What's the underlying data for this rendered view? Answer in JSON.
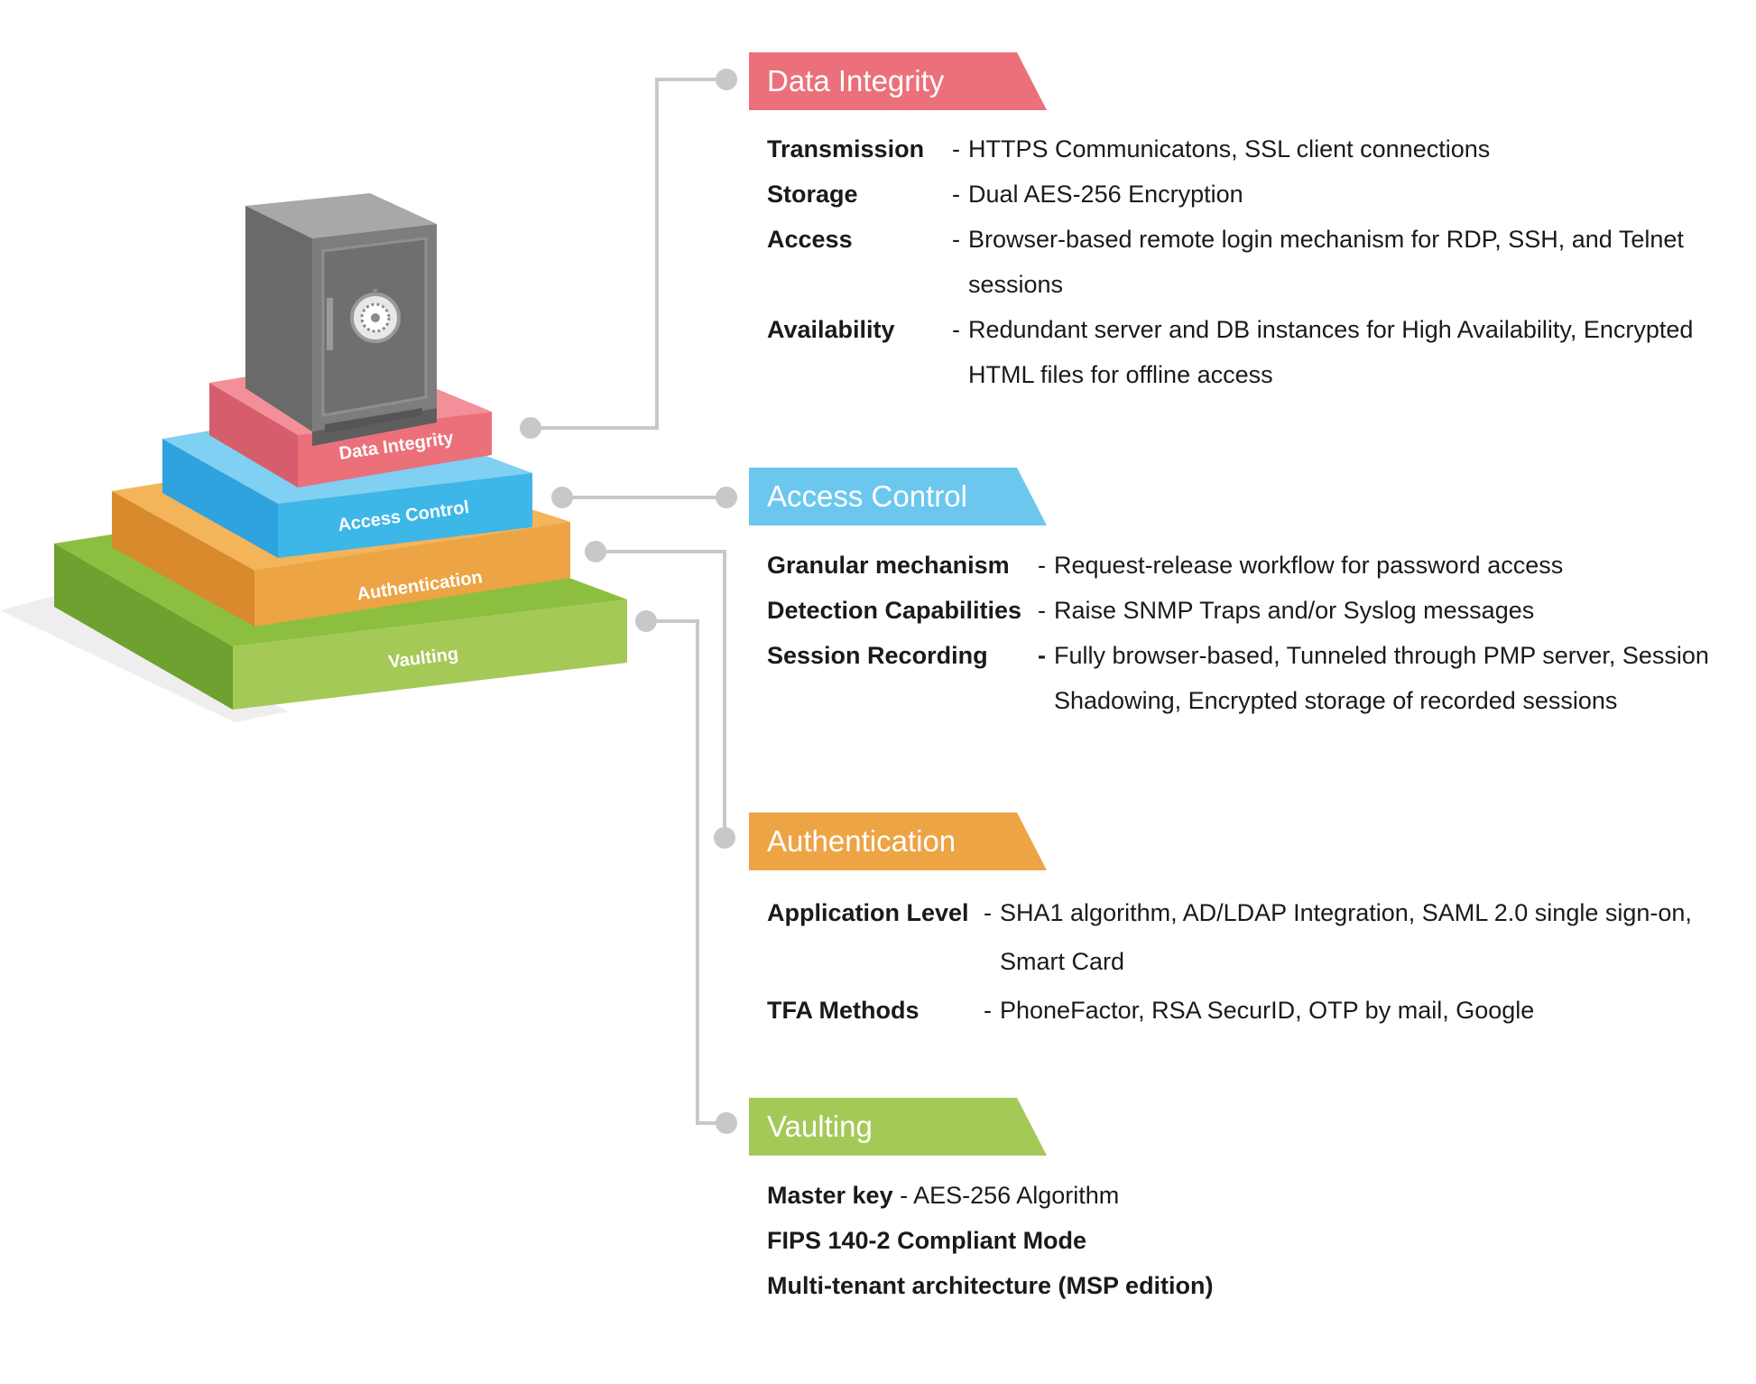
{
  "pyramid": {
    "layers": [
      "Data Integrity",
      "Access Control",
      "Authentication",
      "Vaulting"
    ],
    "safe_icon": "safe-icon"
  },
  "sections": {
    "data_integrity": {
      "title": "Data Integrity",
      "color": "#ec707a",
      "rows": [
        {
          "term": "Transmission",
          "desc": "HTTPS Communicatons, SSL client connections"
        },
        {
          "term": "Storage",
          "desc": "Dual AES-256 Encryption"
        },
        {
          "term": "Access",
          "desc": "Browser-based remote login mechanism for RDP, SSH, and Telnet sessions"
        },
        {
          "term": "Availability",
          "desc": "Redundant server and DB instances for High Availability, Encrypted HTML files for offline access"
        }
      ]
    },
    "access_control": {
      "title": "Access Control",
      "color": "#6cc7ef",
      "rows": [
        {
          "term": "Granular mechanism",
          "desc": "Request-release workflow for password access"
        },
        {
          "term": "Detection Capabilities",
          "desc": "Raise SNMP Traps and/or Syslog messages"
        },
        {
          "term": "Session Recording",
          "desc": "Fully browser-based, Tunneled through PMP server, Session Shadowing, Encrypted storage of recorded sessions"
        }
      ]
    },
    "authentication": {
      "title": "Authentication",
      "color": "#eda444",
      "rows": [
        {
          "term": "Application Level",
          "desc": "SHA1 algorithm, AD/LDAP Integration, SAML 2.0 single sign-on, Smart Card"
        },
        {
          "term": "TFA Methods",
          "desc": "PhoneFactor, RSA SecurID, OTP by mail, Google"
        }
      ]
    },
    "vaulting": {
      "title": "Vaulting",
      "color": "#a5c957",
      "master_key_term": "Master key",
      "master_key_desc": "- AES-256 Algorithm",
      "fips": "FIPS 140-2 Compliant Mode",
      "multitenant": "Multi-tenant architecture (MSP edition)"
    }
  },
  "dash": "-"
}
